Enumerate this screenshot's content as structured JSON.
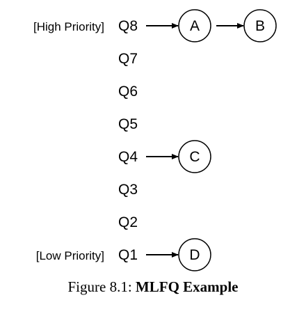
{
  "priority_labels": {
    "high": "[High Priority]",
    "low": "[Low Priority]"
  },
  "queues": [
    {
      "label": "Q8",
      "jobs": [
        "A",
        "B"
      ]
    },
    {
      "label": "Q7",
      "jobs": []
    },
    {
      "label": "Q6",
      "jobs": []
    },
    {
      "label": "Q5",
      "jobs": []
    },
    {
      "label": "Q4",
      "jobs": [
        "C"
      ]
    },
    {
      "label": "Q3",
      "jobs": []
    },
    {
      "label": "Q2",
      "jobs": []
    },
    {
      "label": "Q1",
      "jobs": [
        "D"
      ]
    }
  ],
  "caption": {
    "prefix": "Figure 8.1:",
    "title": "MLFQ Example"
  }
}
